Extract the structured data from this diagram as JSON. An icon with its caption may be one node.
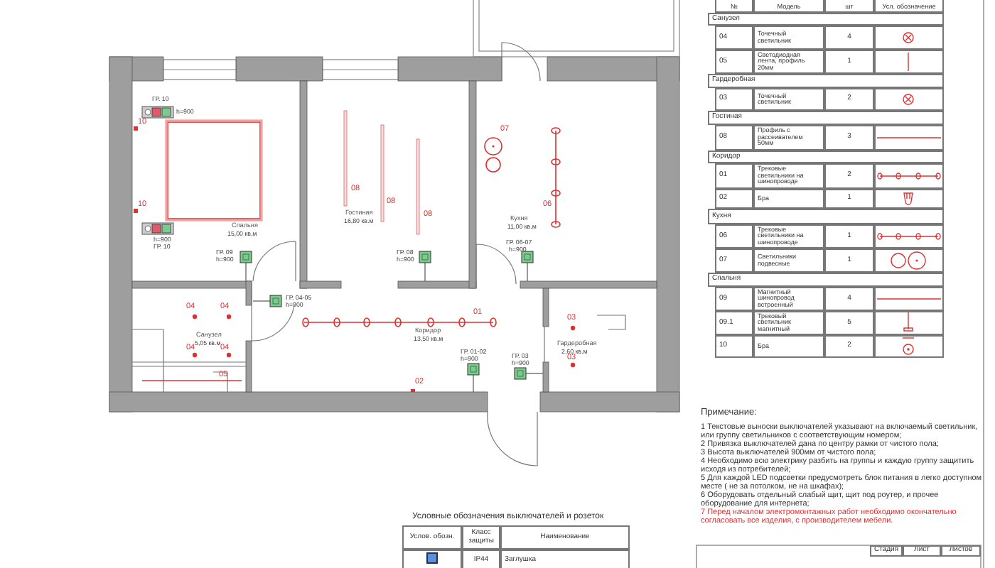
{
  "diagram": {
    "labels": [
      "ГР. 10",
      "h=900",
      "10",
      "10",
      "h=900",
      "ГР. 10",
      "Спальня",
      "15,00 кв.м",
      "08",
      "Гостиная",
      "16,80 кв.м",
      "08",
      "08",
      "07",
      "06",
      "Кухня",
      "11,00 кв.м",
      "ГР. 09",
      "h=900",
      "ГР. 08",
      "h=900",
      "ГР. 06-07",
      "h=900",
      "ГР. 04-05",
      "h=900",
      "01",
      "Коридор",
      "13,50 кв.м",
      "04",
      "04",
      "Санузел",
      "5,05 кв.м",
      "04",
      "04",
      "05",
      "ГР. 01-02",
      "h=900",
      "ГР. 03",
      "h=900",
      "03",
      "Гардеробная",
      "2,60 кв.м",
      "03",
      "02",
      "№",
      "Модель",
      "шт",
      "Усл. обозначение",
      "Санузел",
      "04",
      "Точечный светильник",
      "4",
      "05",
      "Светодиодная лента, профиль 20мм",
      "1",
      "Гардеробная",
      "03",
      "Точечный светильник",
      "2",
      "Гостиная",
      "08",
      "Профиль с рассеивателем 50мм",
      "3",
      "Коридор",
      "01",
      "Трековые светильники на шинопроводе",
      "2",
      "02",
      "Бра",
      "1",
      "Кухня",
      "06",
      "Трековые светильники на шинопроводе",
      "1",
      "07",
      "Светильники подвесные",
      "1",
      "Спальня",
      "09",
      "Магнитный шинопровод встроенный",
      "4",
      "09.1",
      "Трековый светильник магнитный",
      "5",
      "10",
      "Бра",
      "2",
      "Примечание:",
      "1 Текстовые выноски выключателей указывают на включаемый светильник, или группу светильников с соответствующим номером;",
      "2 Привязка выключателей дана по центру рамки от чистого пола;",
      "3 Высота выключателей 900мм от чистого пола;",
      "4 Необходимо всю электрику разбить на группы и каждую группу защитить исходя из потребителей;",
      "5 Для каждой LED подсветки предусмотреть блок питания в легко доступном месте ( не за потолком, не на шкафах);",
      "6 Оборудовать отдельный слабый щит, щит под роутер, и прочее оборудование для интернета;",
      "7 Перед началом электромонтажных работ необходимо окончательно согласовать все изделия, с производителем мебели.",
      "Условные обозначения выключателей и розеток",
      "Услов. обозн.",
      "Класс защиты",
      "Наименование",
      "IP44",
      "Заглушка",
      "Стадия",
      "Лист",
      "Листов"
    ]
  }
}
